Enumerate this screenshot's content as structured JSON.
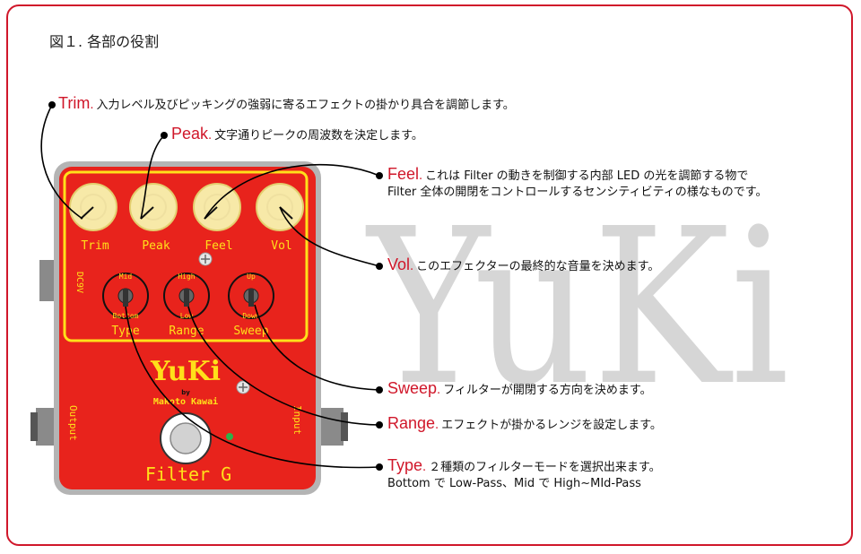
{
  "figure_title": "図１. 各部の役割",
  "watermark": "YuKi",
  "pedal": {
    "brand": "YuKi",
    "by": "by",
    "maker": "Makoto Kawai",
    "model": "Filter G",
    "power": "DC9V",
    "jack_left": "Output",
    "jack_right": "Input",
    "knobs": [
      "Trim",
      "Peak",
      "Feel",
      "Vol"
    ],
    "switches": [
      {
        "label": "Type",
        "top": "Mid",
        "bottom": "Bottom"
      },
      {
        "label": "Range",
        "top": "High",
        "bottom": "Low"
      },
      {
        "label": "Sweep",
        "top": "Up",
        "bottom": "Down"
      }
    ],
    "colors": {
      "body": "#e8231c",
      "panel": "#ffe01a",
      "knob": "#f7e9a8",
      "case": "#b4b4b4"
    }
  },
  "annotations": [
    {
      "name": "Trim",
      "line1": "入力レベル及びピッキングの強弱に寄るエフェクトの掛かり具合を調節します。",
      "line2": ""
    },
    {
      "name": "Peak",
      "line1": "文字通りピークの周波数を決定します。",
      "line2": ""
    },
    {
      "name": "Feel",
      "line1": "これは Filter の動きを制御する内部 LED の光を調節する物で",
      "line2": "Filter 全体の開閉をコントロールするセンシティビティの様なものです。"
    },
    {
      "name": "Vol",
      "line1": "このエフェクターの最終的な音量を決めます。",
      "line2": ""
    },
    {
      "name": "Sweep",
      "line1": "フィルターが開閉する方向を決めます。",
      "line2": ""
    },
    {
      "name": "Range",
      "line1": "エフェクトが掛かるレンジを設定します。",
      "line2": ""
    },
    {
      "name": "Type",
      "line1": "２種類のフィルターモードを選択出来ます。",
      "line2": "Bottom で Low-Pass、Mid で High~MId-Pass"
    }
  ]
}
